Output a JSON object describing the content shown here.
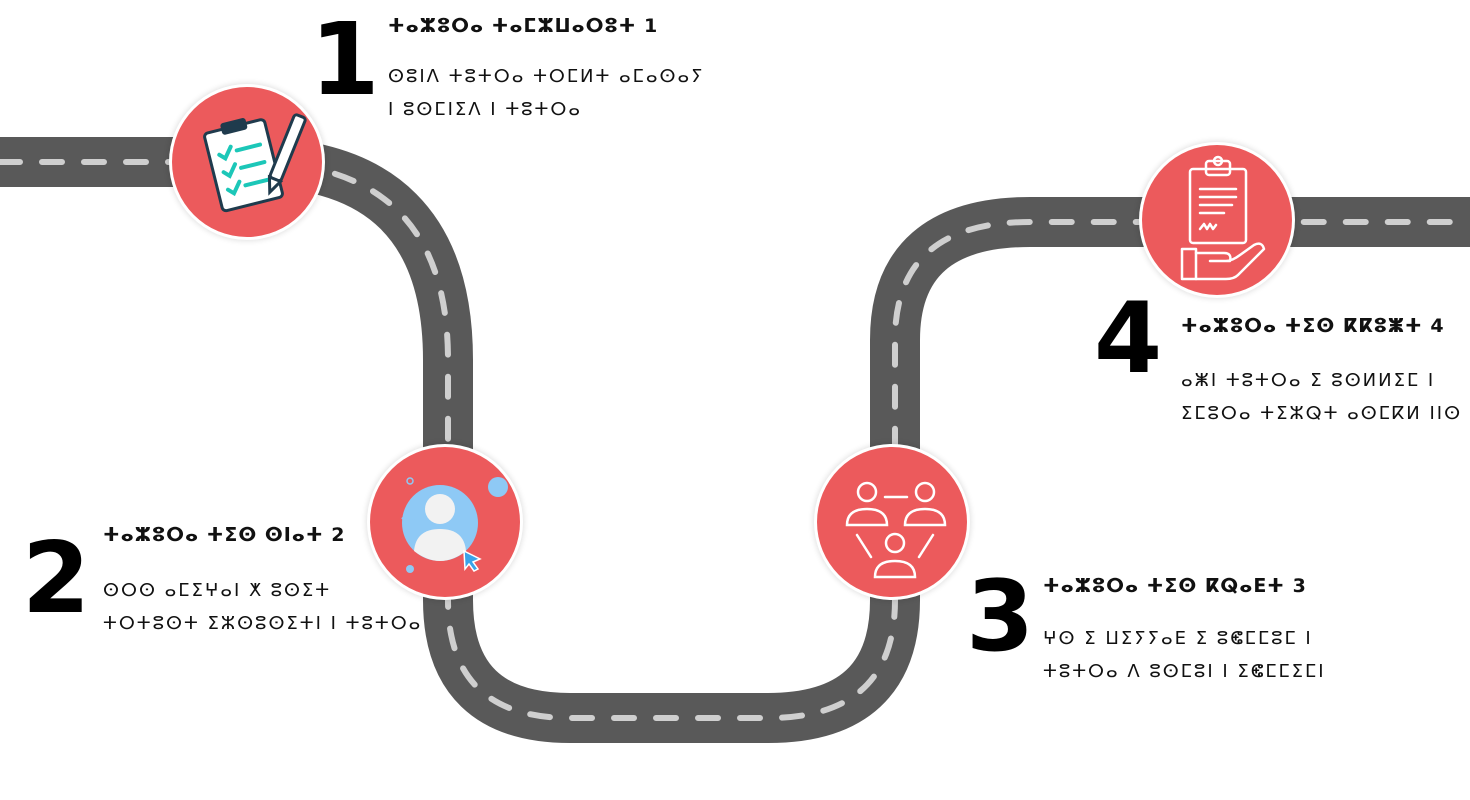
{
  "colors": {
    "road": "#595959",
    "dash": "#cfcfcf",
    "badge": "#ec5a5c",
    "accent": "#1cc7b8",
    "avatar": "#8ec9f5"
  },
  "steps": [
    {
      "number": "1",
      "title": "ⵜⴰⵣⵓⵔⴰ ⵜⴰⵎⵣⵡⴰⵔⵓⵜ 1",
      "desc": [
        "ⵙⵓⵏⴷ ⵜⵓⵜⵔⴰ ⵜⵔⵎⵍⵜ ⴰⵎⴰⵙⴰⵢ",
        "ⵏ ⵓⵙⵎⵏⵉⴷ ⵏ ⵜⵓⵜⵔⴰ"
      ],
      "icon": "checklist-icon"
    },
    {
      "number": "2",
      "title": "ⵜⴰⵣⵓⵔⴰ ⵜⵉⵙ ⵙⵏⴰⵜ  2",
      "desc": [
        "ⵙⵔⵙ ⴰⵎⵉⵖⴰⵏ ⵅ ⵓⵙⵉⵜ",
        "ⵜⵔⵜⵓⵙⵜ ⵉⵣⵙⵓⵙⵉⵜⵏ ⵏ ⵜⵓⵜⵔⴰ"
      ],
      "icon": "user-profile-icon"
    },
    {
      "number": "3",
      "title": "ⵜⴰⵣⵓⵔⴰ ⵜⵉⵙ ⴽⵕⴰⴹⵜ 3",
      "desc": [
        "ⵖⵙ ⵉ ⵡⵉⵢⵢⴰⴹ ⵉ ⵓⵞⵎⵎⵓⵎ ⵏ",
        "ⵜⵓⵜⵔⴰ ⴷ ⵓⵙⵎⵓⵏ ⵏ ⵉⵞⵎⵎⵉⵎⵏ"
      ],
      "icon": "team-network-icon"
    },
    {
      "number": "4",
      "title": "ⵜⴰⵣⵓⵔⴰ ⵜⵉⵙ ⴽⴽⵓⵥⵜ 4",
      "desc": [
        "ⴰⵥⵏ ⵜⵓⵜⵔⴰ ⵉ ⵓⵙⵍⵍⵉⵎ ⵏ",
        "ⵉⵎⵓⵔⴰ ⵜⵉⵣⵕⵜ ⴰⵙⵎⴽⵍ ⵏⵏⵙ"
      ],
      "icon": "clipboard-hand-icon"
    }
  ]
}
